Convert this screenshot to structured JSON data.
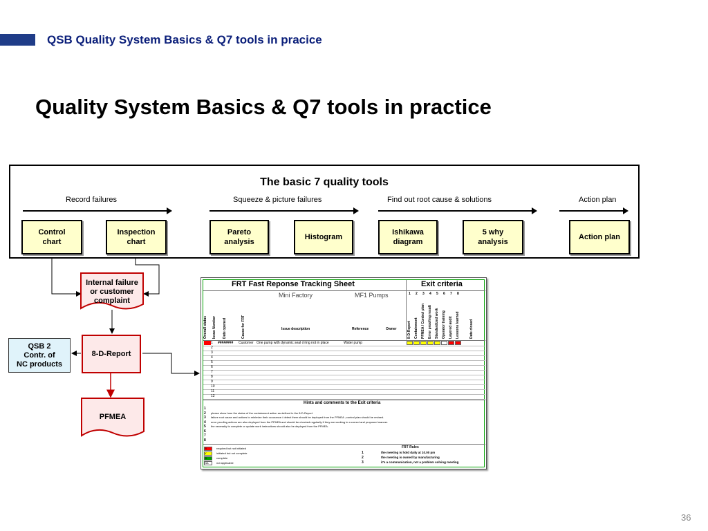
{
  "header": {
    "title": "QSB Quality System Basics & Q7 tools  in pracice"
  },
  "slide": {
    "title": "Quality System Basics & Q7 tools in practice",
    "page_number": "36"
  },
  "tools_panel": {
    "heading": "The basic 7 quality tools",
    "stages": [
      "Record failures",
      "Squeeze & picture failures",
      "Find out  root cause & solutions",
      "Action plan"
    ],
    "boxes": [
      "Control\nchart",
      "Inspection\nchart",
      "Pareto\nanalysis",
      "Histogram",
      "Ishikawa\ndiagram",
      "5 why\nanalysis",
      "Action plan"
    ]
  },
  "flow": {
    "internal_failure": "Internal failure\nor customer\ncomplaint",
    "eight_d": "8-D-Report",
    "qsb": "QSB 2\nContr. of\nNC products",
    "pfmea": "PFMEA"
  },
  "sheet": {
    "title": "FRT Fast Reponse Tracking Sheet",
    "exit_title": "Exit criteria",
    "plant": "Mini Factory",
    "product": "MF1 Pumps",
    "col_headers": [
      "Overall status",
      "Issue Number",
      "Date opened",
      "Cause for FRT",
      "Issue description",
      "Reference",
      "Owner"
    ],
    "exit_numbers": [
      "1",
      "2",
      "3",
      "4",
      "5",
      "6",
      "7",
      "8"
    ],
    "exit_headers": [
      "8-D-Report",
      "Containment",
      "PFMEA / Control plan",
      "Error proofing result",
      "Standardized work",
      "Operator training",
      "Layered audit",
      "Lessons learned",
      "Date closed"
    ],
    "row1": {
      "date": "########",
      "cause": "Customer",
      "description": "One pump with dynamic seal o'ring not in place",
      "reference": "Water pump"
    },
    "row_numbers": [
      "1",
      "2",
      "3",
      "4",
      "5",
      "6",
      "7",
      "8",
      "9",
      "10",
      "11",
      "12"
    ],
    "hints_title": "Hints and comments to the Exit criteria",
    "hint_numbers": [
      "1",
      "2",
      "3",
      "4",
      "5",
      "6",
      "7",
      "8"
    ],
    "hints": [
      "please show here the status of the containment action as defined in the 8-D-Report",
      "failure root cause and actions to minimize their occurance / detect them should be deployed from the PFMEA ; control plan should be revised.",
      "error proofing actions are also deployed from the PFMEA and should be checked regularily if they are working in a correct and proposed manner.",
      "the necessity to complete or update work instructions should also be deployed from the PFMEA."
    ],
    "legend": [
      {
        "code": "R",
        "text": "required but not initiated",
        "color": "#ff0000"
      },
      {
        "code": "Y",
        "text": "initiated but not complete",
        "color": "#ffff00"
      },
      {
        "code": "G",
        "text": "complete",
        "color": "#00a000"
      },
      {
        "code": "NA",
        "text": "not applicable",
        "color": "#ffffff"
      }
    ],
    "rules_title": "FRT Rules",
    "rules": [
      {
        "num": "1",
        "text": "the meeting is hold daily  at 10.00 pm"
      },
      {
        "num": "2",
        "text": "the meeting is owned by manufacturing"
      },
      {
        "num": "3",
        "text": "it's a communication, not a problem solving meeting"
      }
    ]
  }
}
